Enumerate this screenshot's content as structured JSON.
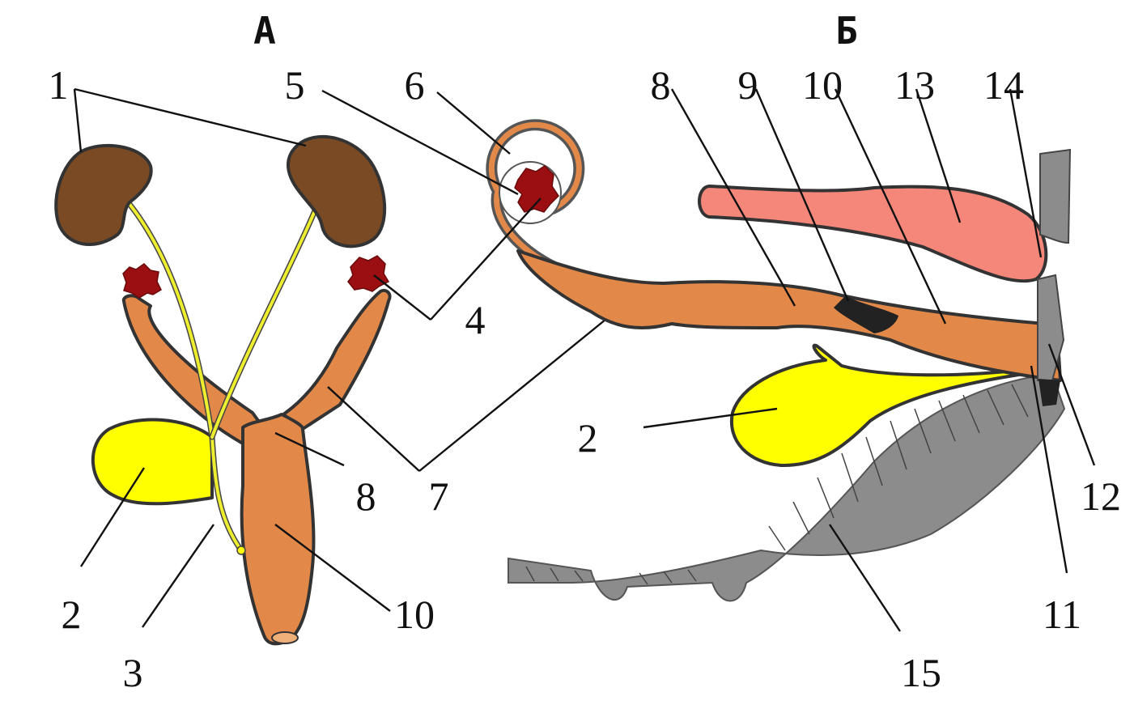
{
  "panels": {
    "a": {
      "heading": "А"
    },
    "b": {
      "heading": "Б"
    }
  },
  "labels": {
    "a": {
      "n1": "1",
      "n2": "2",
      "n3": "3",
      "n4": "4",
      "n5": "5",
      "n6": "6",
      "n7": "7",
      "n8": "8",
      "n10": "10"
    },
    "b": {
      "n2": "2",
      "n8": "8",
      "n9": "9",
      "n10": "10",
      "n11": "11",
      "n12": "12",
      "n13": "13",
      "n14": "14",
      "n15": "15"
    }
  },
  "colors": {
    "kidney": "#7a4a24",
    "ovary": "#9b0f12",
    "bladder": "#ffff00",
    "ureter": "#eeee30",
    "reproductive_tract": "#e2894a",
    "rectum": "#f4877a",
    "pelvic_bone": "#8c8c8c",
    "outline": "#333333"
  }
}
